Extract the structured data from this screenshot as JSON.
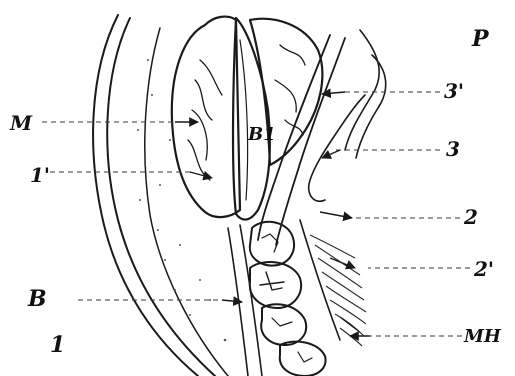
{
  "labels": {
    "P": "P",
    "M": "M",
    "one_prime": "1'",
    "B": "B",
    "one": "1",
    "B1": "B1",
    "three_prime": "3'",
    "three": "3",
    "two": "2",
    "two_prime": "2'",
    "MH": "MH"
  }
}
